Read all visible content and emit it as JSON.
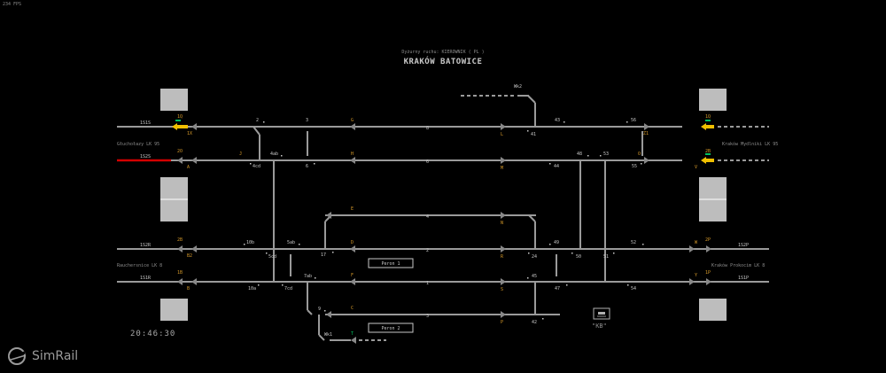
{
  "header": {
    "fps": "234 FPS",
    "subtitle": "Dyżurny ruchu: KIEROWNIK ( PL )",
    "title": "KRAKÓW BATOWICE"
  },
  "clock": "20:46:30",
  "branding": {
    "logo_text": "SimRail"
  },
  "directions": {
    "left_top": "Głuchołazy LK 95",
    "right_top": "Kraków Mydlniki LK 95",
    "left_bottom": "Rauchersnice LK 8",
    "right_bottom": "Kraków Prokocim LK 8",
    "right_top_color": "#b5b5b5"
  },
  "platforms": [
    "Peron 1",
    "Peron 2"
  ],
  "kb_label": "\"KB\"",
  "colors": {
    "track": "#9a9a9a",
    "occupied": "#d40000",
    "label": "#d79a2a",
    "signal_yellow": "#f0c000",
    "signal_green": "#00c060",
    "signal_gray": "#777777"
  },
  "track_labels": {
    "l1t3": "1S1S",
    "l1t5": "1S2S",
    "l2t1": "1S2R",
    "l2t2": "1S1R",
    "r1t2": "2P",
    "r1t3": "1S2P",
    "r2t1": "1P",
    "r2t2": "1S1P",
    "t_8": "8",
    "t_6": "6",
    "t_4": "4",
    "t_2": "2",
    "t_1": "1",
    "t_3": "3"
  },
  "signals": {
    "t1": "1Q",
    "t2": "1X",
    "t3": "2O",
    "t4": "A",
    "t5": "2B",
    "t6": "B2",
    "t7": "1B",
    "t8": "B",
    "u1": "1Q",
    "u2": "Z1",
    "u3": "2B",
    "u4": "V",
    "u5": "2P",
    "u6": "W",
    "u7": "1P",
    "u8": "Y",
    "m1": "G",
    "m2": "H",
    "m3": "J",
    "m4": "E",
    "m5": "D",
    "m6": "F",
    "m7": "C",
    "m8": "T",
    "m9": "L",
    "m10": "M",
    "m11": "N",
    "m12": "R",
    "m13": "S",
    "m14": "O",
    "m15": "P"
  },
  "switches": {
    "s2": "2",
    "s3": "3",
    "s4ab": "4ab",
    "s4cd": "4cd",
    "s6": "6",
    "s5ab": "5ab",
    "s10b": "10b",
    "s5cd": "5cd",
    "s17": "17",
    "s7ab": "7ab",
    "s10a": "10a",
    "s7cd": "7cd",
    "s9": "9",
    "s43": "43",
    "s56": "56",
    "s41": "41",
    "s48": "48",
    "s53": "53",
    "s44": "44",
    "s55": "55",
    "s49": "49",
    "s52": "52",
    "s24": "24",
    "s50": "50",
    "s51": "51",
    "s45": "45",
    "s47": "47",
    "s54": "54",
    "s42": "42",
    "wk2": "Wk2",
    "wk1": "Wk1"
  }
}
